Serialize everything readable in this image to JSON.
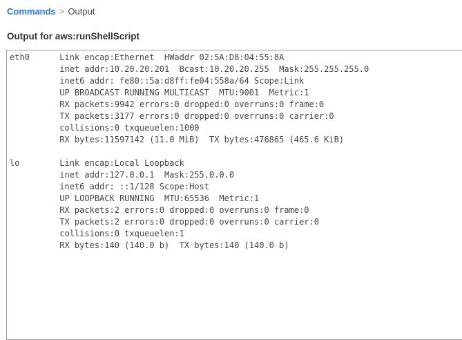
{
  "breadcrumb": {
    "link": "Commands",
    "separator": ">",
    "current": "Output"
  },
  "heading": "Output for aws:runShellScript",
  "output": {
    "lines": [
      "eth0      Link encap:Ethernet  HWaddr 02:5A:D8:04:55:8A",
      "          inet addr:10.20.20.201  Bcast:10.20.20.255  Mask:255.255.255.0",
      "          inet6 addr: fe80::5a:d8ff:fe04:558a/64 Scope:Link",
      "          UP BROADCAST RUNNING MULTICAST  MTU:9001  Metric:1",
      "          RX packets:9942 errors:0 dropped:0 overruns:0 frame:0",
      "          TX packets:3177 errors:0 dropped:0 overruns:0 carrier:0",
      "          collisions:0 txqueuelen:1000",
      "          RX bytes:11597142 (11.0 MiB)  TX bytes:476865 (465.6 KiB)",
      "",
      "lo        Link encap:Local Loopback",
      "          inet addr:127.0.0.1  Mask:255.0.0.0",
      "          inet6 addr: ::1/128 Scope:Host",
      "          UP LOOPBACK RUNNING  MTU:65536  Metric:1",
      "          RX packets:2 errors:0 dropped:0 overruns:0 frame:0",
      "          TX packets:2 errors:0 dropped:0 overruns:0 carrier:0",
      "          collisions:0 txqueuelen:1",
      "          RX bytes:140 (140.0 b)  TX bytes:140 (140.0 b)"
    ]
  },
  "colors": {
    "link_blue": "#2e77d0",
    "box_border_gray": "#9b9b9b",
    "terminal_text": "#444444"
  }
}
